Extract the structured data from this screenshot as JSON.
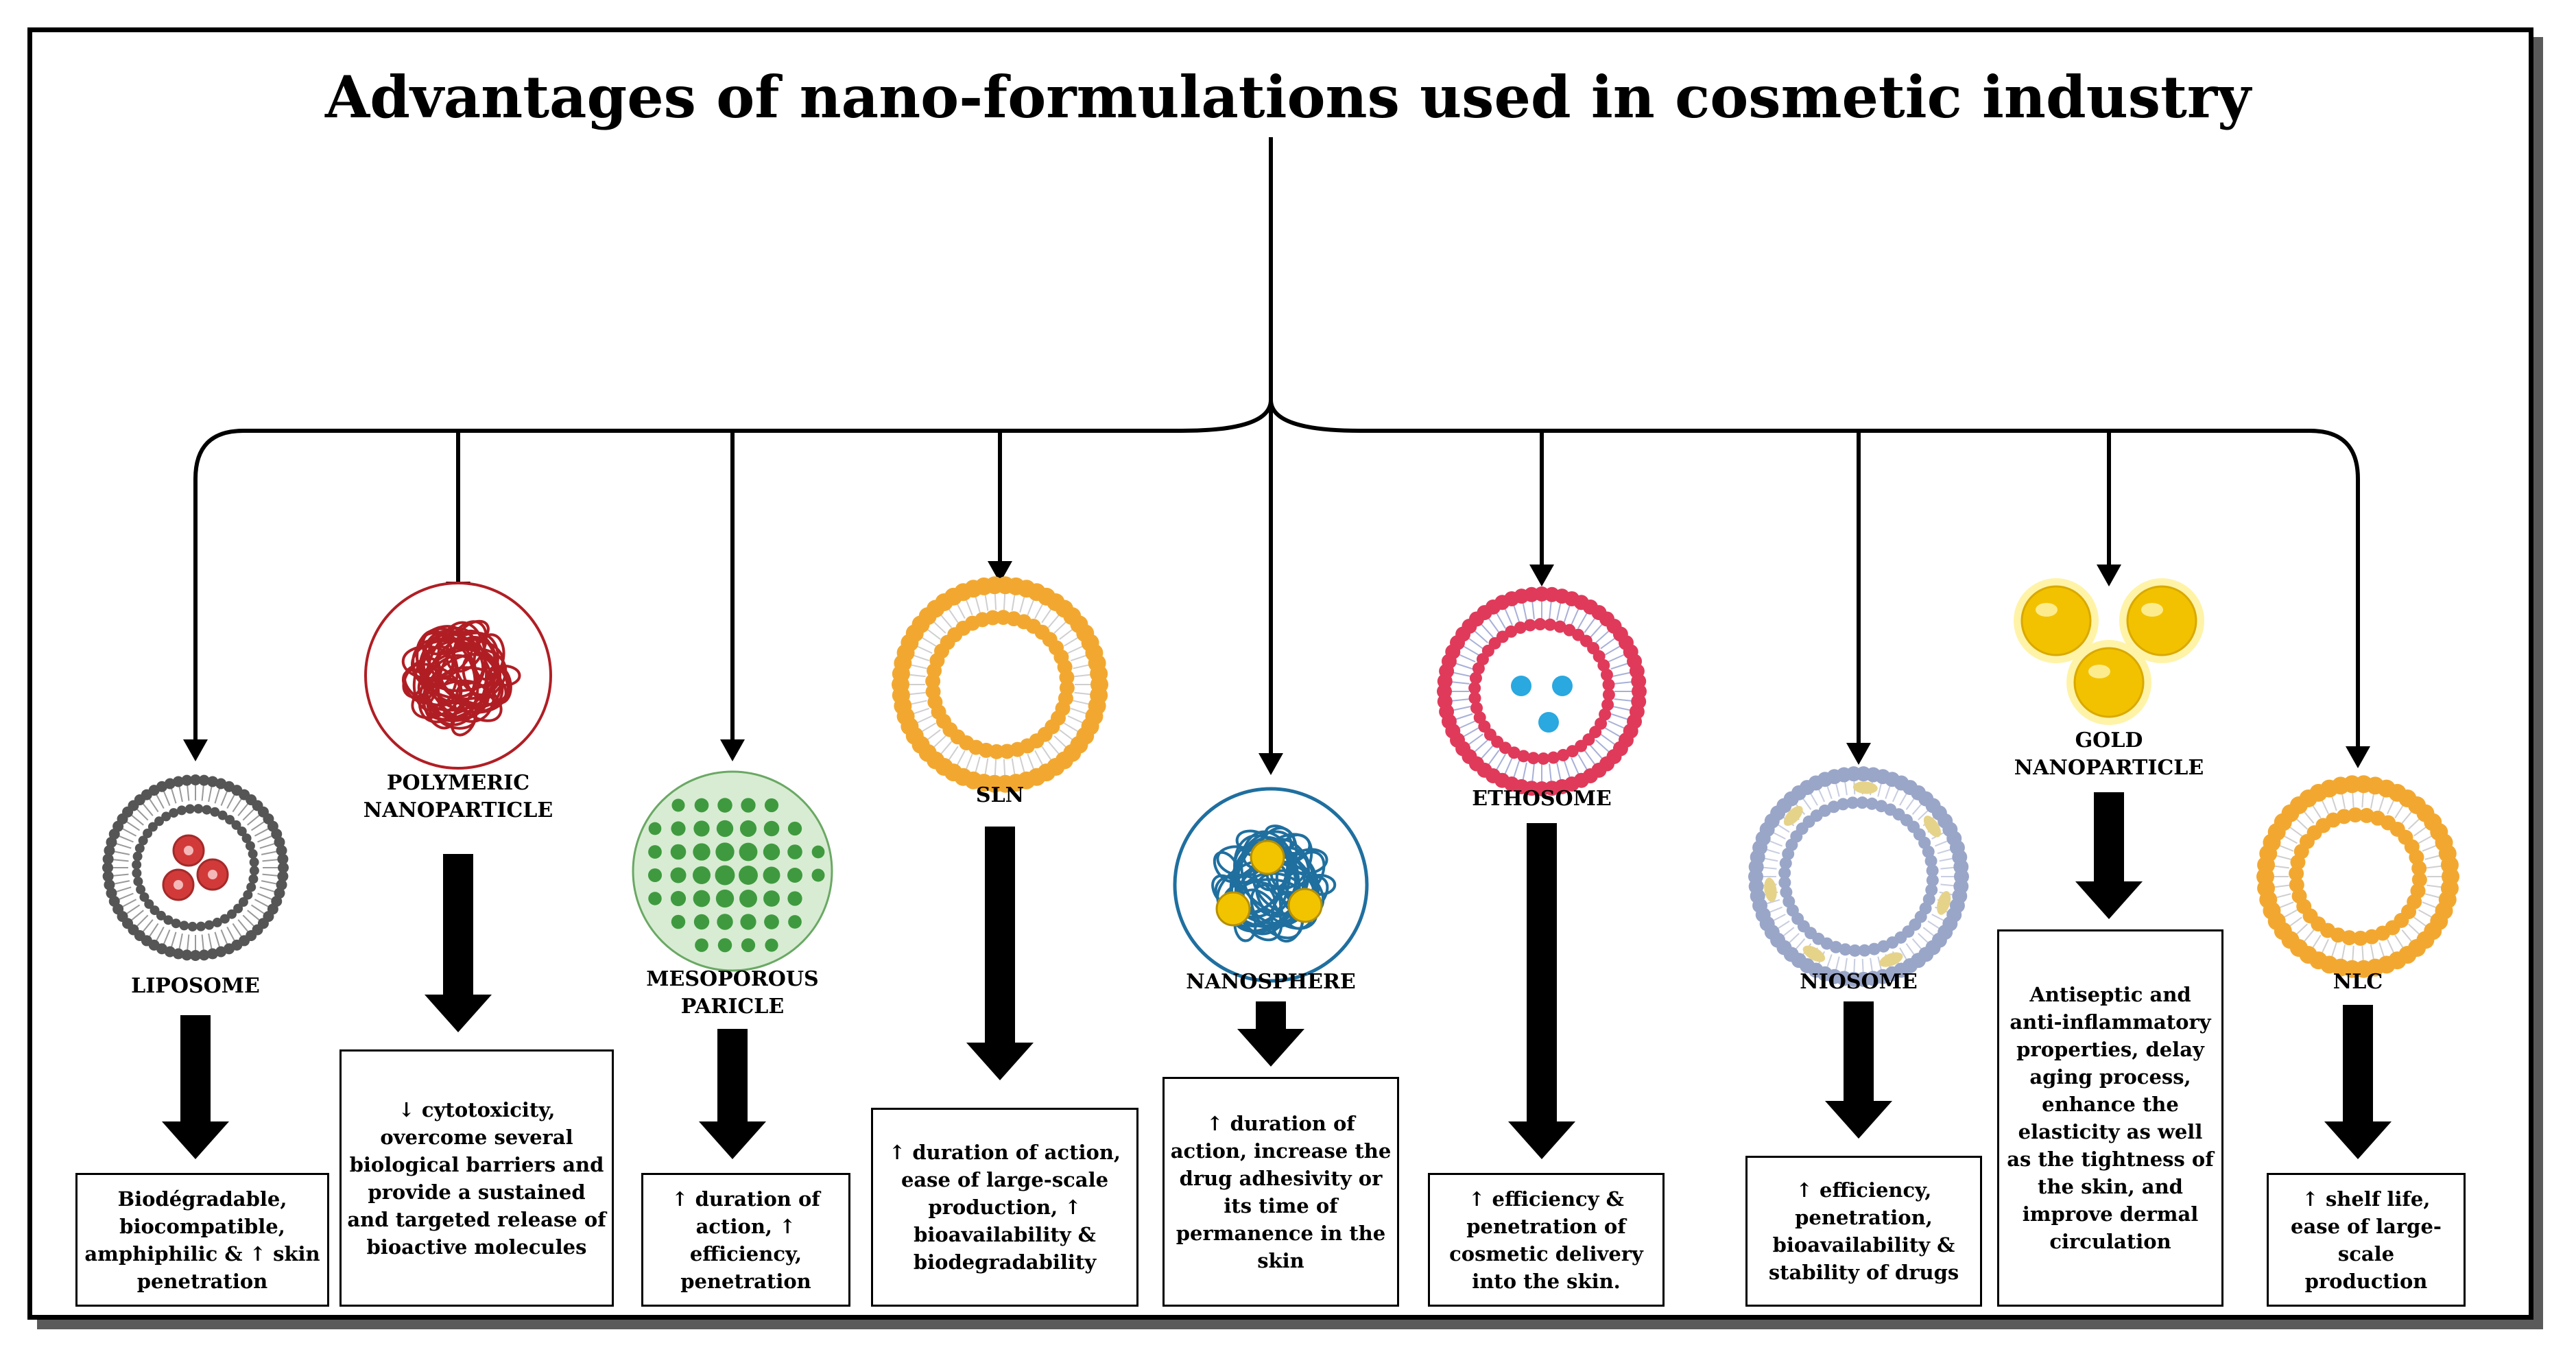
{
  "title": "Advantages of nano-formulations used in cosmetic industry",
  "nodes": [
    {
      "name": "LIPOSOME",
      "advantages": "Biodégradable, biocompatible, amphiphilic & ↑ skin penetration",
      "icon": "liposome-icon"
    },
    {
      "name": "POLYMERIC NANOPARTICLE",
      "advantages": "↓ cytotoxicity, overcome several biological barriers and provide a sustained and targeted release of bioactive molecules",
      "icon": "polymeric-nanoparticle-icon"
    },
    {
      "name": "MESOPOROUS PARICLE",
      "advantages": "↑ duration of action, ↑ efficiency, penetration",
      "icon": "mesoporous-particle-icon"
    },
    {
      "name": "SLN",
      "advantages": "↑ duration of action, ease of large-scale production, ↑ bioavailability & biodegradability",
      "icon": "sln-icon"
    },
    {
      "name": "NANOSPHERE",
      "advantages": "↑ duration of action, increase the drug adhesivity or its time of permanence in the skin",
      "icon": "nanosphere-icon"
    },
    {
      "name": "ETHOSOME",
      "advantages": "↑ efficiency & penetration of cosmetic delivery into the skin.",
      "icon": "ethosome-icon"
    },
    {
      "name": "NIOSOME",
      "advantages": "↑ efficiency, penetration, bioavailability & stability of drugs",
      "icon": "niosome-icon"
    },
    {
      "name": "GOLD NANOPARTICLE",
      "advantages": "Antiseptic and anti-inflammatory properties, delay aging process, enhance the elasticity as well as the tightness of the skin, and improve dermal circulation",
      "icon": "gold-nanoparticle-icon"
    },
    {
      "name": "NLC",
      "advantages": "↑ shelf life, ease of large-scale production",
      "icon": "nlc-icon"
    }
  ],
  "colors": {
    "liposome_head": "#555555",
    "liposome_drug": "#d23a3a",
    "polymer": "#b01e24",
    "mesoporous": "#3f9a3f",
    "sln": "#f2a830",
    "nanosphere": "#1f6f9f",
    "nanosphere_drug": "#f2c400",
    "ethosome_head": "#e03a5a",
    "ethosome_drug": "#2aa8e0",
    "niosome_head": "#9aa6c8",
    "niosome_drug": "#e6d38a",
    "gold": "#f2c200",
    "nlc": "#f2a830"
  }
}
